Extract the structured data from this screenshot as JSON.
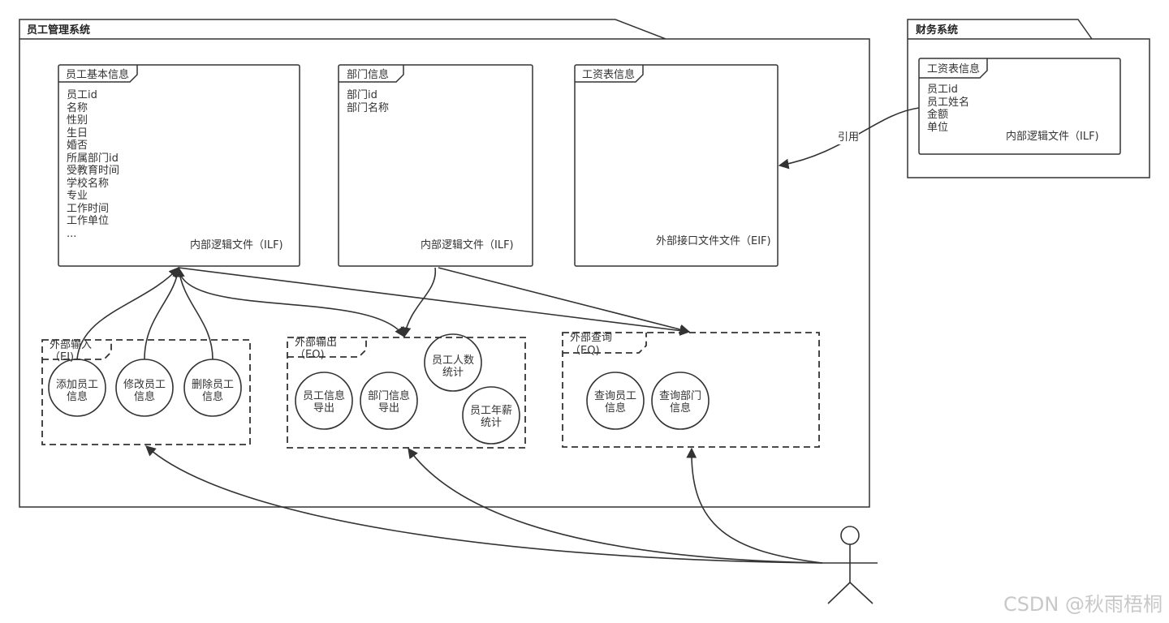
{
  "employee_system": {
    "title": "员工管理系统",
    "employee_info": {
      "title": "员工基本信息",
      "attributes": [
        "员工id",
        "名称",
        "性别",
        "生日",
        "婚否",
        "所属部门id",
        "受教育时间",
        "学校名称",
        "专业",
        "工作时间",
        "工作单位",
        "..."
      ],
      "type_label": "内部逻辑文件（ILF)"
    },
    "department_info": {
      "title": "部门信息",
      "attributes": [
        "部门id",
        "部门名称"
      ],
      "type_label": "内部逻辑文件（ILF)"
    },
    "salary_info": {
      "title": "工资表信息",
      "type_label": "外部接口文件文件（EIF)"
    },
    "external_input": {
      "title_line1": "外部输入",
      "title_line2": "（EI)",
      "processes": [
        "添加员工信息",
        "修改员工信息",
        "删除员工信息"
      ],
      "process_lines": [
        [
          "添加员工",
          "信息"
        ],
        [
          "修改员工",
          "信息"
        ],
        [
          "删除员工",
          "信息"
        ]
      ]
    },
    "external_output": {
      "title_line1": "外部输出",
      "title_line2": "（EO)",
      "process_lines": [
        [
          "员工信息",
          "导出"
        ],
        [
          "部门信息",
          "导出"
        ],
        [
          "员工人数",
          "统计"
        ],
        [
          "员工年薪",
          "统计"
        ]
      ]
    },
    "external_query": {
      "title_line1": "外部查询",
      "title_line2": "（EQ)",
      "process_lines": [
        [
          "查询员工",
          "信息"
        ],
        [
          "查询部门",
          "信息"
        ]
      ]
    }
  },
  "finance_system": {
    "title": "财务系统",
    "salary_table": {
      "title": "工资表信息",
      "attributes": [
        "员工id",
        "员工姓名",
        "金额",
        "单位"
      ],
      "type_label": "内部逻辑文件（ILF)"
    }
  },
  "reference_label": "引用",
  "watermark": "CSDN @秋雨梧桐",
  "colors": {
    "line": "#333333",
    "background": "#ffffff"
  }
}
